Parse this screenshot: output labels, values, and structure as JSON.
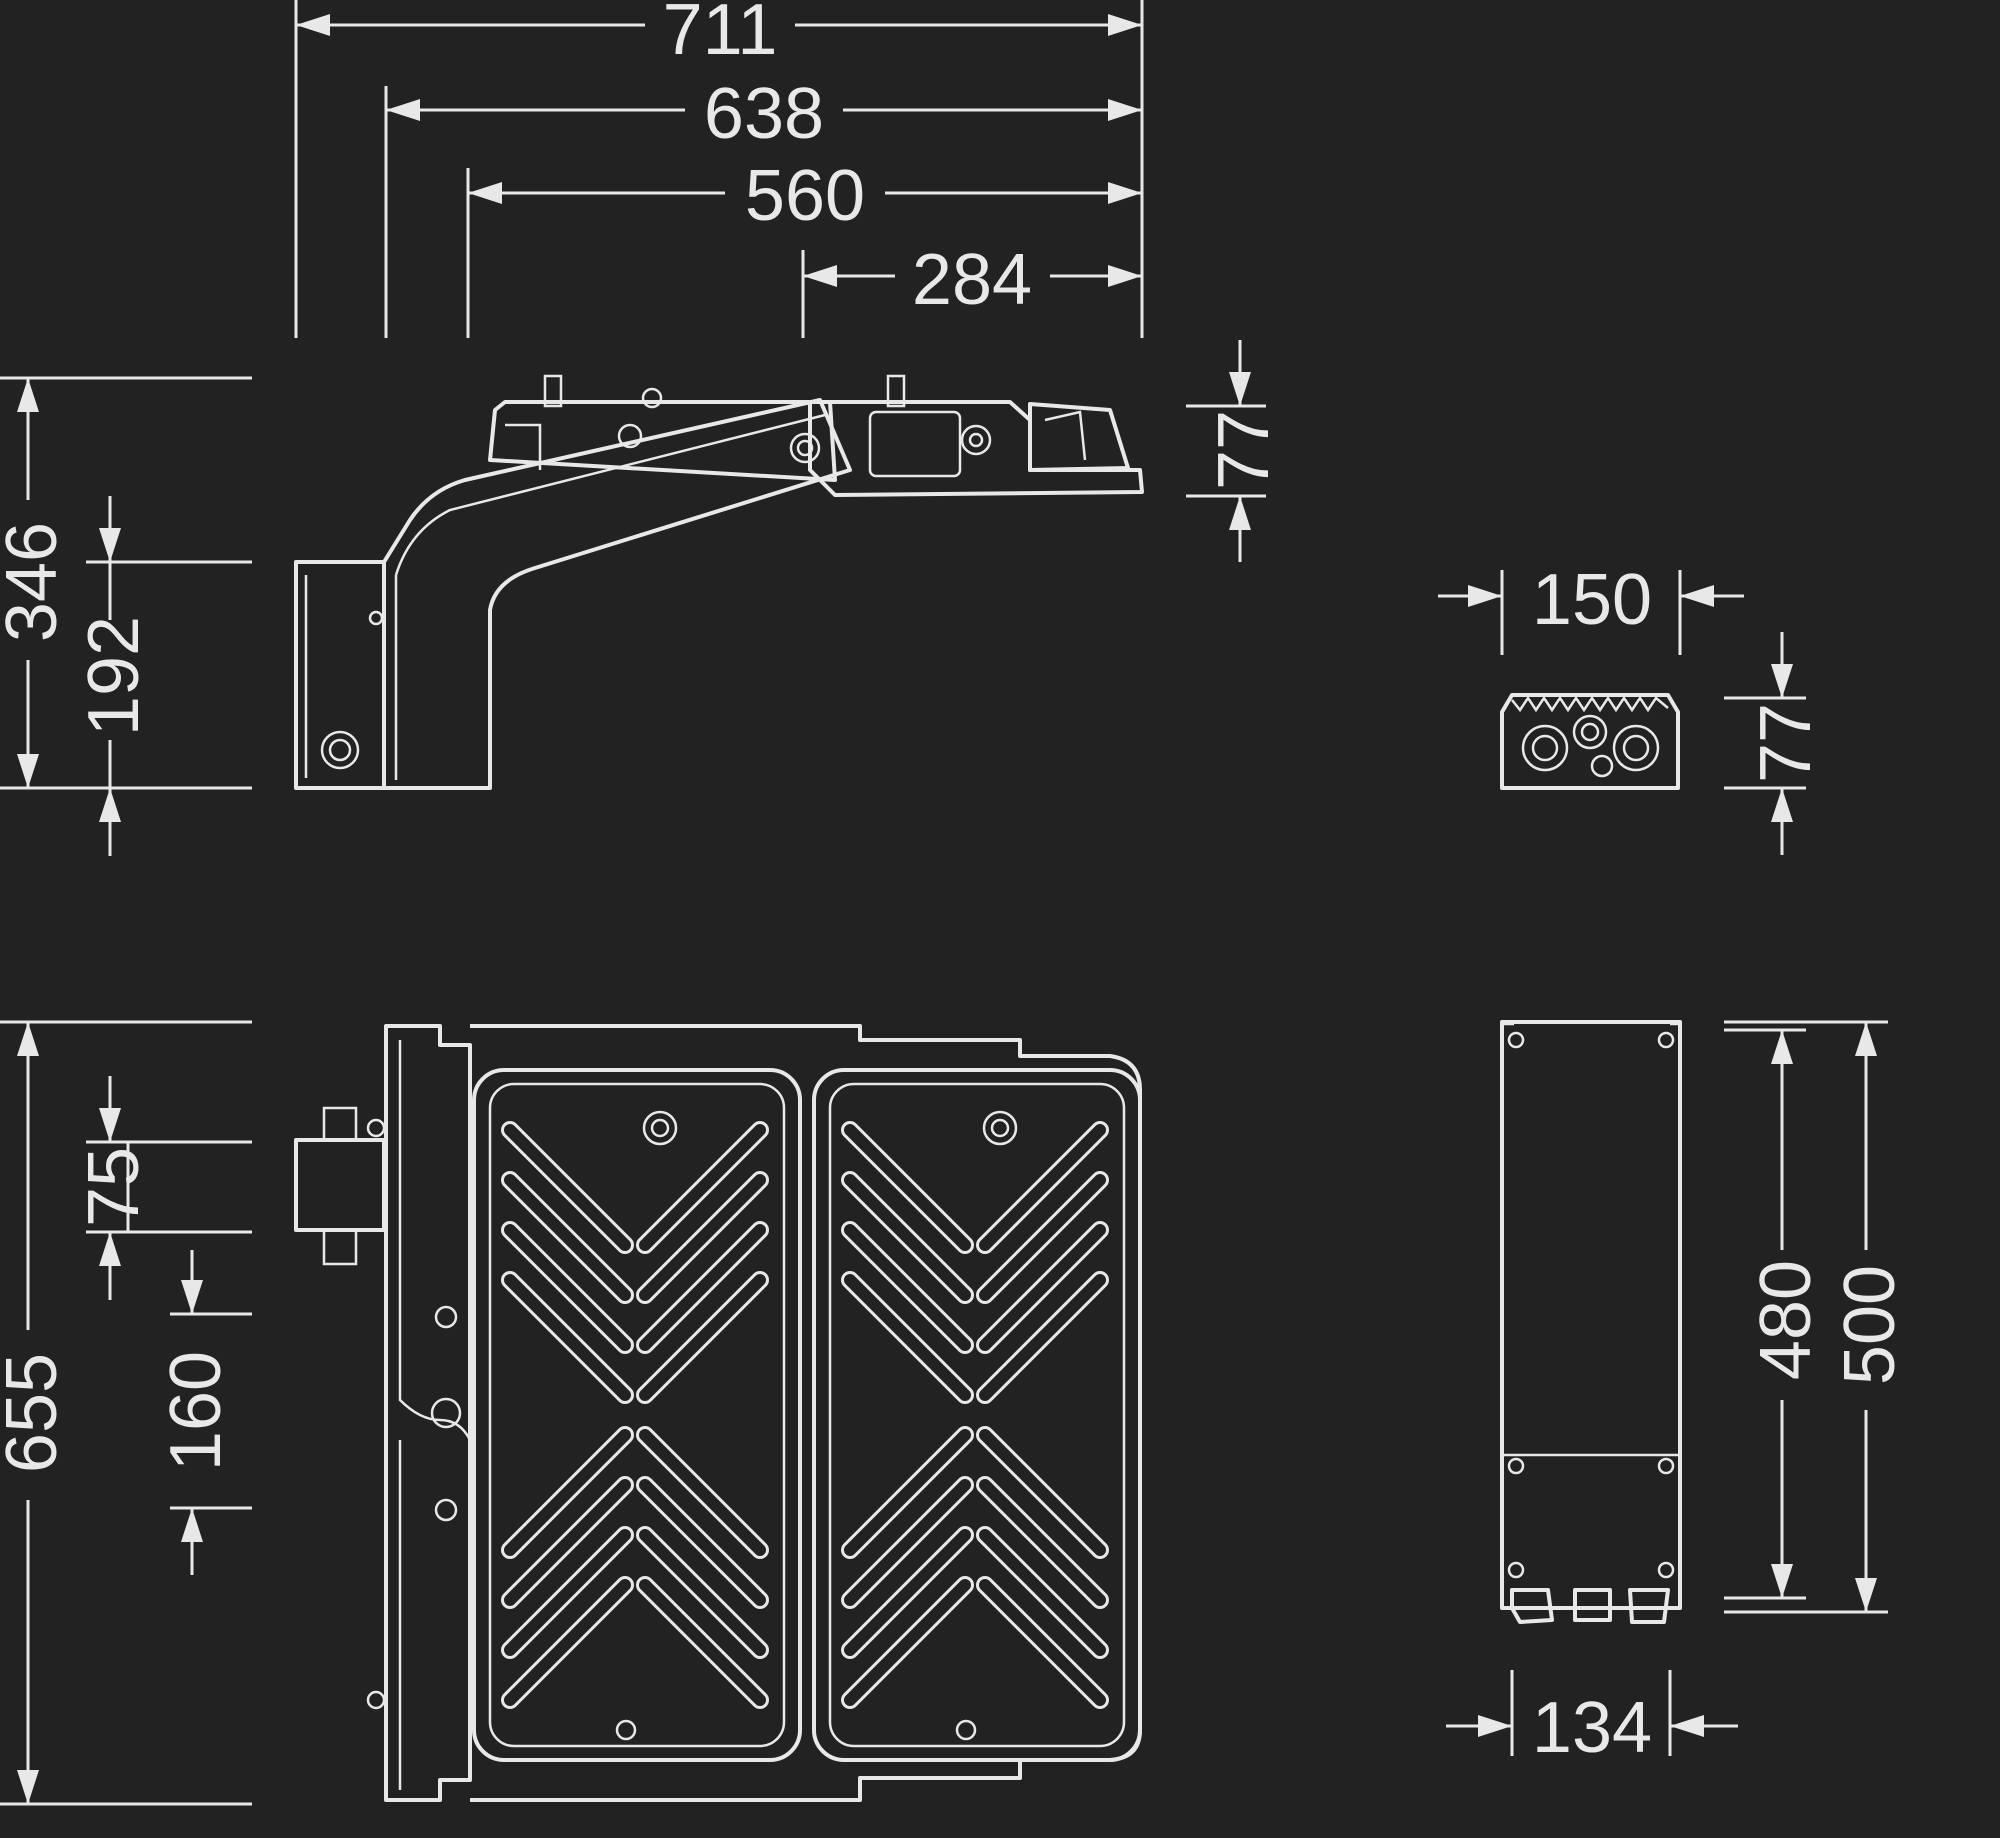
{
  "colors": {
    "background": "#222222",
    "lines": "#e8e8e8"
  },
  "units": "mm",
  "dimensions": {
    "width_overall": "711",
    "width_arm": "638",
    "width_head": "560",
    "width_rear": "284",
    "height_overall": "346",
    "height_bracket": "192",
    "height_head": "77",
    "gear_width": "150",
    "gear_height": "77",
    "plan_depth": "655",
    "plan_bracket": "75",
    "plan_mount_spacing": "160",
    "gear_inner_length": "480",
    "gear_length": "500",
    "gear_plan_width": "134"
  }
}
